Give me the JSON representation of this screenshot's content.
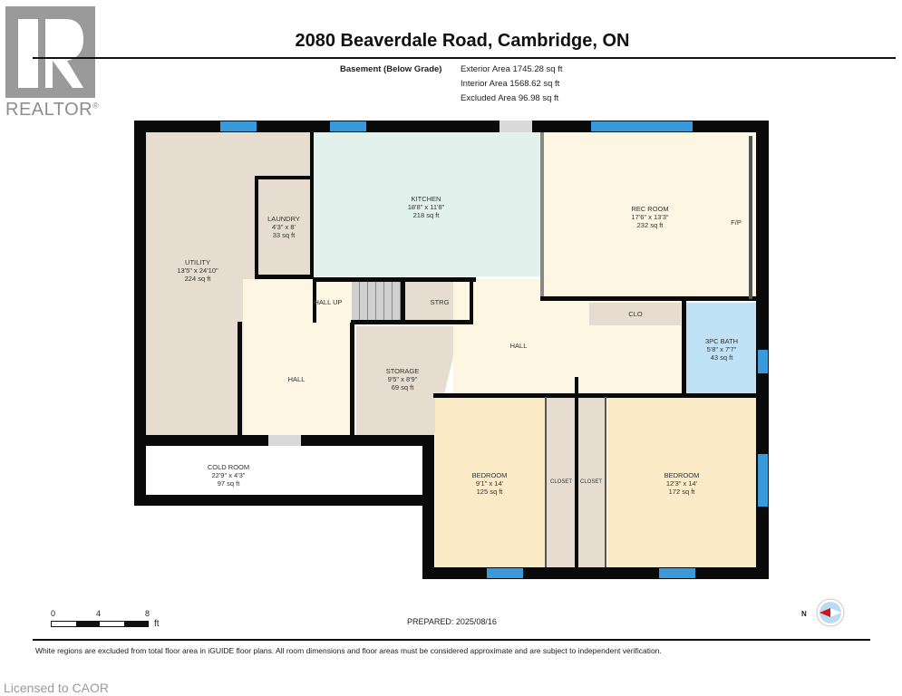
{
  "logo": {
    "brand": "REALTOR",
    "mark": "®"
  },
  "header": {
    "title": "2080 Beaverdale Road, Cambridge, ON",
    "level": "Basement (Below Grade)",
    "areas": [
      "Exterior Area 1745.28 sq ft",
      "Interior Area 1568.62 sq ft",
      "Excluded Area 96.98 sq ft"
    ]
  },
  "rooms": {
    "utility": {
      "name": "UTILITY",
      "dims": "13'5\" x 24'10\"",
      "area": "224 sq ft",
      "color": "#e6ddd0"
    },
    "laundry": {
      "name": "LAUNDRY",
      "dims": "4'3\" x 8'",
      "area": "33 sq ft",
      "color": "#e6ddd0"
    },
    "kitchen": {
      "name": "KITCHEN",
      "dims": "18'8\" x 11'8\"",
      "area": "218 sq ft",
      "color": "#e3f1ec"
    },
    "rec_room": {
      "name": "REC ROOM",
      "dims": "17'6\" x 13'3\"",
      "area": "232 sq ft",
      "color": "#fdf6e3"
    },
    "fireplace": {
      "name": "F/P"
    },
    "hall_up": {
      "name": "HALL",
      "stairs": "UP"
    },
    "strg": {
      "name": "STRG"
    },
    "clo": {
      "name": "CLO"
    },
    "bath": {
      "name": "3PC BATH",
      "dims": "5'8\" x 7'7\"",
      "area": "43 sq ft",
      "color": "#bfe2f7"
    },
    "hall_left": {
      "name": "HALL"
    },
    "hall_center": {
      "name": "HALL"
    },
    "storage": {
      "name": "STORAGE",
      "dims": "9'5\" x 8'9\"",
      "area": "69 sq ft"
    },
    "cold_room": {
      "name": "COLD ROOM",
      "dims": "22'9\" x 4'3\"",
      "area": "97 sq ft"
    },
    "bedroom1": {
      "name": "BEDROOM",
      "dims": "9'1\" x 14'",
      "area": "125 sq ft",
      "color": "#fbebc6"
    },
    "closet1": {
      "name": "CLOSET"
    },
    "closet2": {
      "name": "CLOSET"
    },
    "bedroom2": {
      "name": "BEDROOM",
      "dims": "12'3\" x 14'",
      "area": "172 sq ft",
      "color": "#fbebc6"
    }
  },
  "scale": {
    "ticks": [
      "0",
      "4",
      "8"
    ],
    "unit": "ft"
  },
  "prepared": "PREPARED: 2025/08/16",
  "compass": {
    "label": "N"
  },
  "disclaimer": "White regions are excluded from total floor area in iGUIDE floor plans. All room dimensions and floor areas must be considered approximate and are subject to independent verification.",
  "licensed": "Licensed to CAOR"
}
